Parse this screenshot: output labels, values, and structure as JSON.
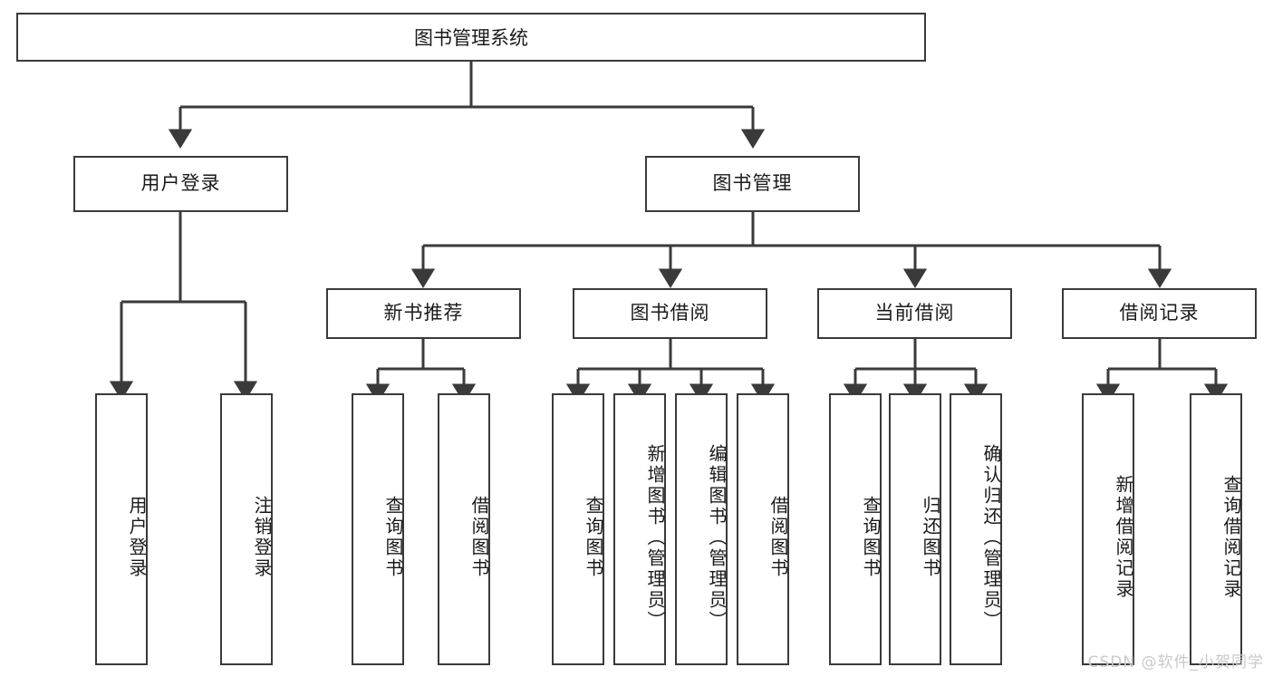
{
  "diagram": {
    "title": "图书管理系统",
    "type": "tree",
    "watermark": "CSDN @软件_小贺同学",
    "line_color": "#3a3a3a",
    "background": "#ffffff",
    "nodes": {
      "root": {
        "label": "图书管理系统",
        "level": 0
      },
      "l1": [
        {
          "label": "用户登录",
          "level": 1
        },
        {
          "label": "图书管理",
          "level": 1
        }
      ],
      "l2": [
        {
          "label": "新书推荐",
          "level": 2,
          "parent": "图书管理"
        },
        {
          "label": "图书借阅",
          "level": 2,
          "parent": "图书管理"
        },
        {
          "label": "当前借阅",
          "level": 2,
          "parent": "图书管理"
        },
        {
          "label": "借阅记录",
          "level": 2,
          "parent": "图书管理"
        }
      ],
      "leaves": [
        {
          "label": "用户登录",
          "parent": "用户登录"
        },
        {
          "label": "注销登录",
          "parent": "用户登录"
        },
        {
          "label": "查询图书",
          "parent": "新书推荐"
        },
        {
          "label": "借阅图书",
          "parent": "新书推荐"
        },
        {
          "label": "查询图书",
          "parent": "图书借阅"
        },
        {
          "label": "新增图书（管理员）",
          "parent": "图书借阅"
        },
        {
          "label": "编辑图书（管理员）",
          "parent": "图书借阅"
        },
        {
          "label": "借阅图书",
          "parent": "图书借阅"
        },
        {
          "label": "查询图书",
          "parent": "当前借阅"
        },
        {
          "label": "归还图书",
          "parent": "当前借阅"
        },
        {
          "label": "确认归还（管理员）",
          "parent": "当前借阅"
        },
        {
          "label": "新增借阅记录",
          "parent": "借阅记录"
        },
        {
          "label": "查询借阅记录",
          "parent": "借阅记录"
        }
      ]
    }
  }
}
